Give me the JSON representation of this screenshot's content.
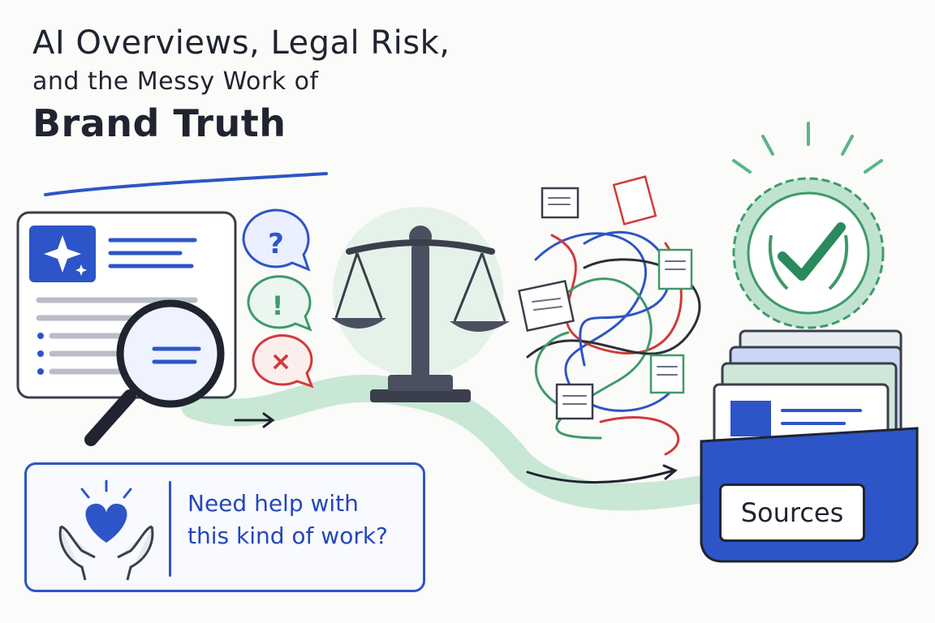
{
  "title": {
    "line1": "AI Overviews, Legal Risk,",
    "line2": "and the Messy Work of",
    "line3": "Brand Truth"
  },
  "help_card": {
    "text_line1": "Need help with",
    "text_line2": "this kind of work?",
    "icon": "heart-in-hands-icon"
  },
  "sources_label": "Sources",
  "bubbles": {
    "question": "?",
    "exclamation": "!",
    "error": "×"
  },
  "colors": {
    "blue": "#2d55c7",
    "green": "#3e9a6a",
    "mint": "#bfe3cf",
    "red": "#cf3b3b",
    "ink": "#1f2430"
  }
}
